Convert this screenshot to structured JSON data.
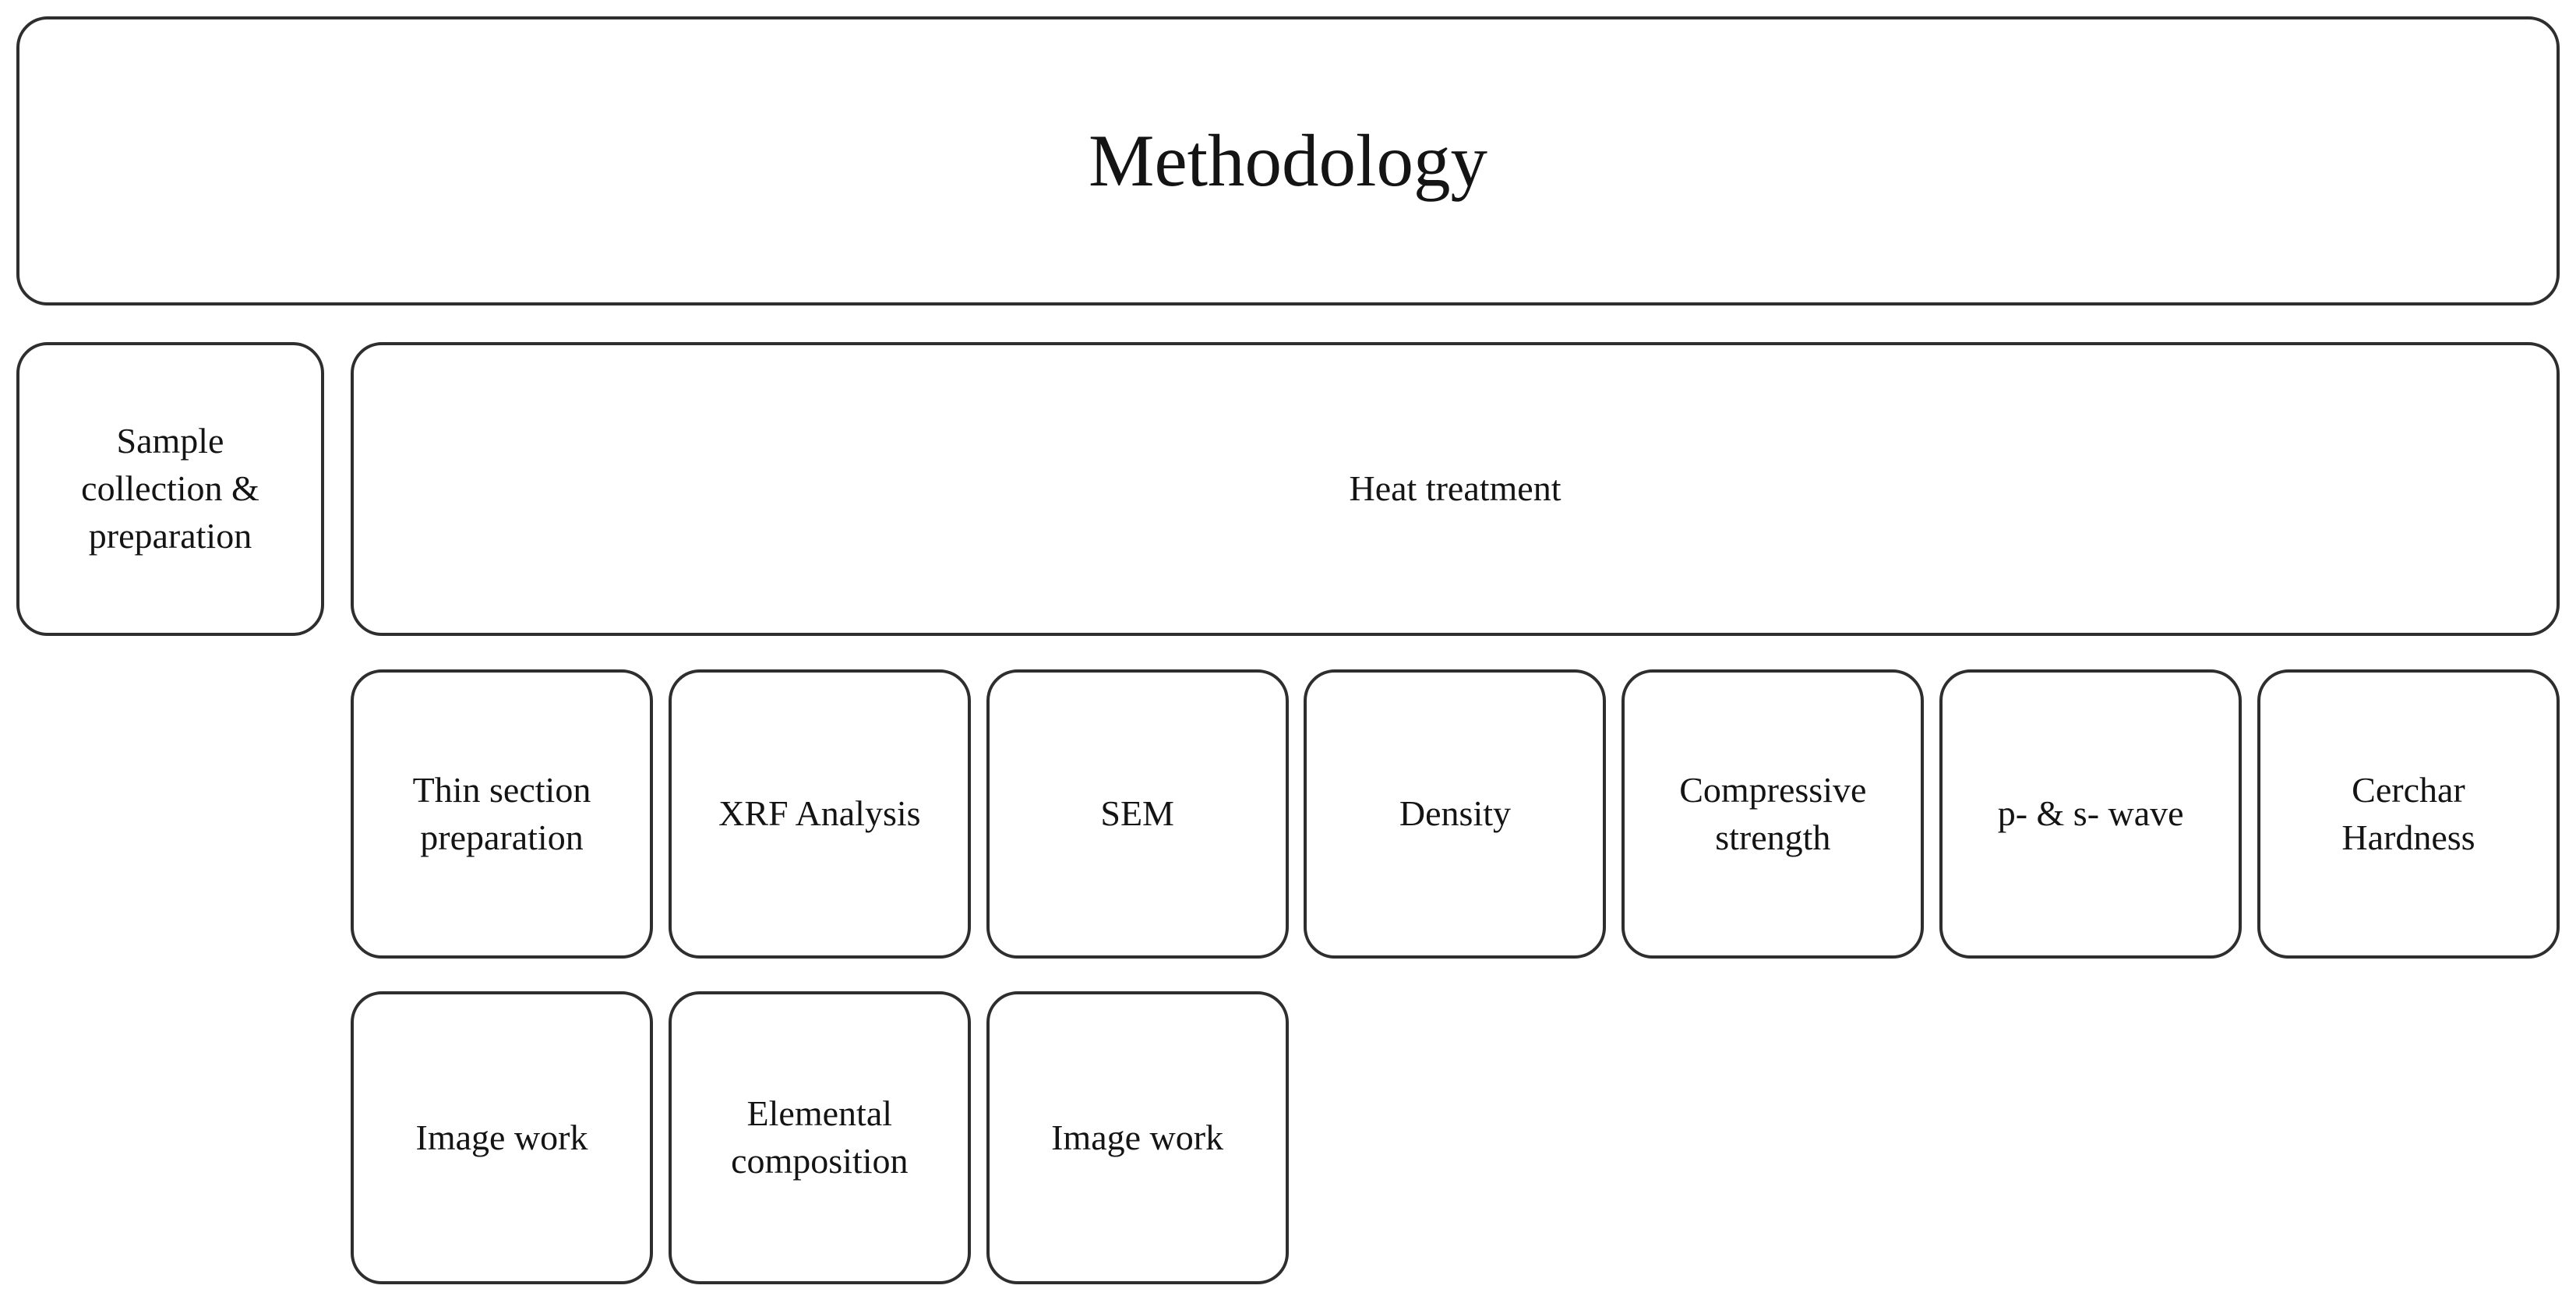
{
  "colors": {
    "background": "#ffffff",
    "box_border": "#2e2e2e",
    "text": "#141414"
  },
  "flowchart": {
    "title": "Methodology",
    "level2": [
      {
        "id": "sample-collection-preparation",
        "label": "Sample\ncollection &\npreparation"
      },
      {
        "id": "heat-treatment",
        "label": "Heat treatment"
      }
    ],
    "level3": [
      {
        "id": "thin-section-preparation",
        "label": "Thin section\npreparation"
      },
      {
        "id": "xrf-analysis",
        "label": "XRF Analysis"
      },
      {
        "id": "sem",
        "label": "SEM"
      },
      {
        "id": "density",
        "label": "Density"
      },
      {
        "id": "compressive-strength",
        "label": "Compressive\nstrength"
      },
      {
        "id": "p-s-wave",
        "label": "p- & s- wave"
      },
      {
        "id": "cerchar-hardness",
        "label": "Cerchar\nHardness"
      }
    ],
    "level4": [
      {
        "id": "image-work-thin-section",
        "label": "Image work"
      },
      {
        "id": "elemental-composition",
        "label": "Elemental\ncomposition"
      },
      {
        "id": "image-work-sem",
        "label": "Image work"
      }
    ]
  }
}
